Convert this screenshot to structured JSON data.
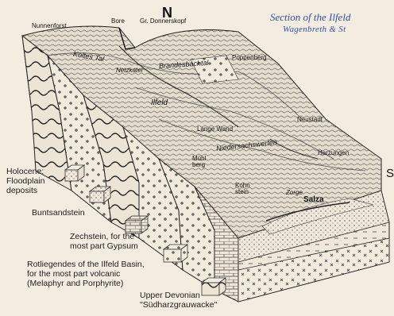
{
  "title_line1": "Section of the Ilfeld",
  "title_line2": "Wagenbreth & St",
  "north_label": "N",
  "south_label": "S",
  "map_labels": {
    "nunnenforst": "Nunnenforst",
    "bore": "Bore",
    "donnerskopf": "Gr. Donnerskopf",
    "poppenberg": "Poppenberg",
    "koltes_tal": "Koltes Tal",
    "netzkater": "Netzkater",
    "brandesbachtal": "Brandesbachtal",
    "ilfeld": "Ilfeld",
    "neustadt": "Neustadt",
    "harzungen": "Harzungen",
    "lange_wand": "Lange Wand",
    "niedersachswerfen": "Niedersachswerfen",
    "mueh_berg": "Mühl berg",
    "kohn_stein": "Kohn stein",
    "zorge": "Zorge",
    "salza": "Salza"
  },
  "legend": [
    {
      "lines": [
        "Holocene:",
        "Floodplain",
        "deposits"
      ],
      "pattern": "dots"
    },
    {
      "lines": [
        "Buntsandstein"
      ],
      "pattern": "dots-fine"
    },
    {
      "lines": [
        "Zechstein, for the",
        "most part Gypsum"
      ],
      "pattern": "bricks"
    },
    {
      "lines": [
        "Rotliegendes of the Ilfeld Basin,",
        "for the most part volcanic",
        "(Melaphyr and Porphyrite)"
      ],
      "pattern": "crosses"
    },
    {
      "lines": [
        "Upper Devonian",
        "\"Südharzgrauwacke\""
      ],
      "pattern": "waves"
    }
  ]
}
